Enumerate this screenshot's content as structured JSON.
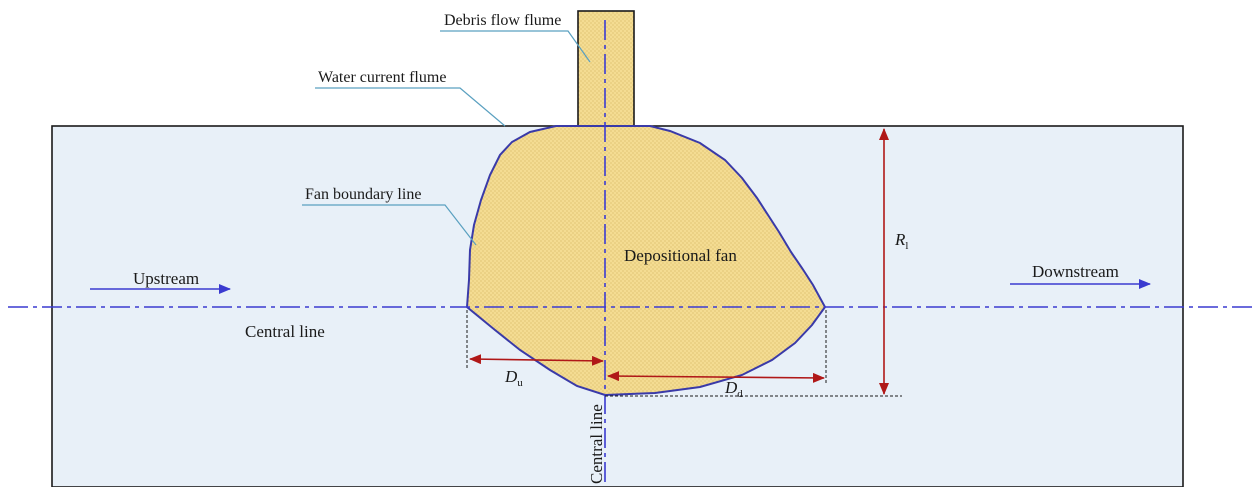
{
  "labels": {
    "debris_flume": "Debris flow flume",
    "water_flume": "Water current flume",
    "fan_boundary": "Fan boundary line",
    "depositional_fan": "Depositional fan",
    "upstream": "Upstream",
    "downstream": "Downstream",
    "central_line_h": "Central line",
    "central_line_v": "Central line",
    "r_symbol": "R",
    "r_sub": "l",
    "du_symbol": "D",
    "du_sub": "u",
    "dd_symbol": "D",
    "dd_sub": "d"
  },
  "colors": {
    "water": "#e8f0f8",
    "sand": "#f4dc92",
    "boundary": "#3a3aa8",
    "centerline": "#3a3ad0",
    "arrow_blue": "#3a3ad0",
    "dimension_red": "#b01818",
    "outline": "#1a1a1a",
    "leader": "#5aa0c0"
  }
}
